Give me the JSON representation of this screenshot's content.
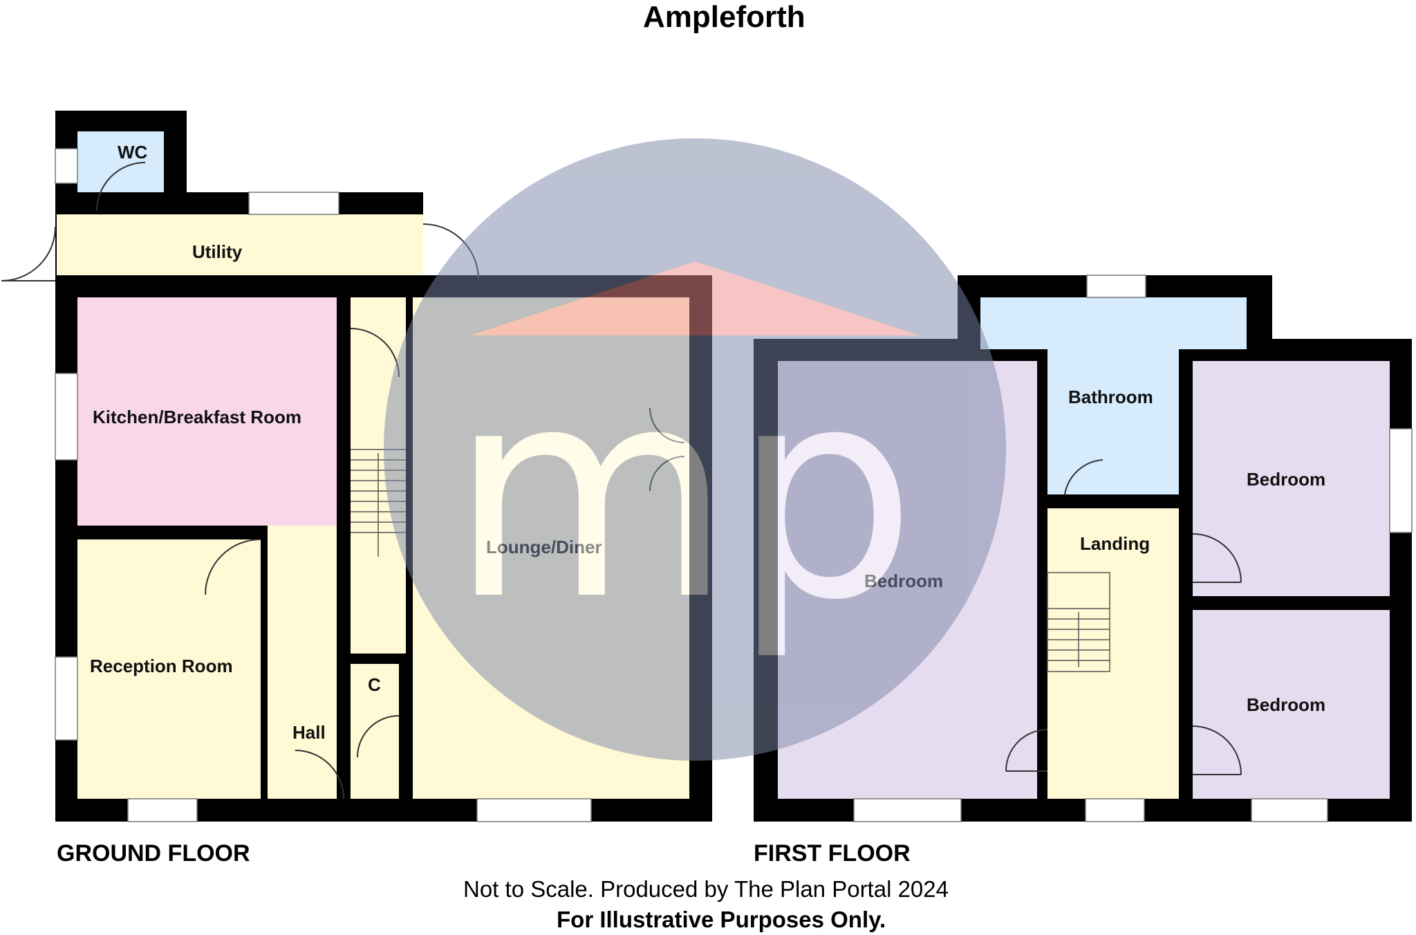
{
  "title": "Ampleforth",
  "floors": {
    "ground": "GROUND FLOOR",
    "first": "FIRST FLOOR"
  },
  "rooms": {
    "wc": "WC",
    "utility": "Utility",
    "kitchen": "Kitchen/Breakfast Room",
    "lounge": "Lounge/Diner",
    "reception": "Reception Room",
    "hall": "Hall",
    "cupboard": "C",
    "bedroom_main": "Bedroom",
    "bathroom": "Bathroom",
    "landing": "Landing",
    "bedroom_right_top": "Bedroom",
    "bedroom_right_bottom": "Bedroom"
  },
  "footer": {
    "line1": "Not to Scale. Produced by The Plan Portal 2024",
    "line2": "For Illustrative Purposes Only."
  },
  "watermark": {
    "letters": "mp",
    "icon": "house-roof-logo"
  },
  "colors": {
    "wall": "#000000",
    "pink": "#f8d7e8",
    "cream": "#fff9d6",
    "blue": "#d6ebfb",
    "lilac": "#e6dcf0",
    "watermark_circle": "#7b86a8",
    "watermark_roof": "#f08d8d"
  }
}
